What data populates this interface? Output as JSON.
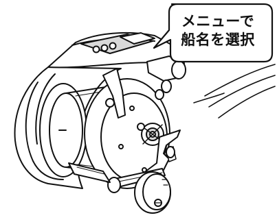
{
  "callout": {
    "line1": "メニューで",
    "line2": "船名を選択"
  },
  "colors": {
    "ink": "#111111",
    "background": "#ffffff",
    "shade": "#d9d9d9"
  },
  "icons": [
    "fishing-reel-illustration",
    "speech-balloon",
    "motion-lines"
  ]
}
